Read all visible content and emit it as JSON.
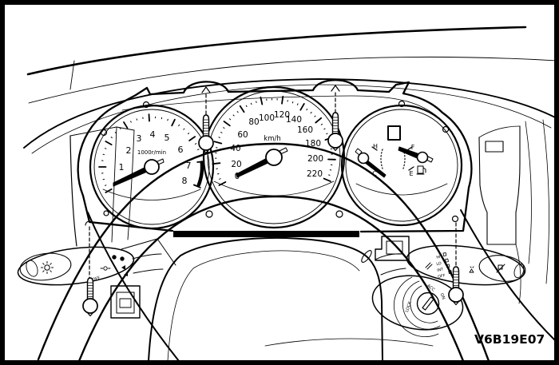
{
  "figure": {
    "code": "V6B19E07"
  },
  "cluster": {
    "tachometer": {
      "unit": "1000r/min",
      "labels": [
        "1",
        "2",
        "3",
        "4",
        "5",
        "6",
        "7",
        "8"
      ]
    },
    "speedometer": {
      "unit": "km/h",
      "labels": [
        "0",
        "20",
        "40",
        "60",
        "80",
        "100",
        "120",
        "140",
        "160",
        "180",
        "200",
        "220"
      ]
    },
    "temp_gauge": {
      "hot": "H",
      "cold": "C"
    },
    "fuel_gauge": {
      "full": "F",
      "empty": "E"
    }
  },
  "controls": {
    "light_stalk": {
      "off_label": "OFF"
    },
    "wiper_stalk": {
      "labels": [
        "HI",
        "LO",
        "INT",
        "OFF"
      ]
    },
    "ignition_switch": {
      "labels": [
        "LOCK",
        "ACC",
        "ON"
      ]
    }
  },
  "colors": {
    "ink": "#000000",
    "paper": "#ffffff"
  }
}
